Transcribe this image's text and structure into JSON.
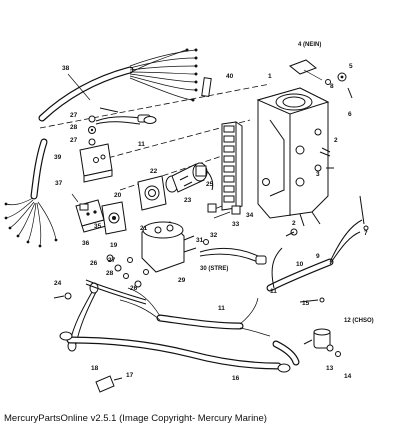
{
  "caption": "MercuryPartsOnline v2.5.1 (Image Copyright- Mercury Marine)",
  "callouts": {
    "c1": "1",
    "c2": "2",
    "c2b": "2",
    "c3": "3",
    "c4": "4 (NEIN)",
    "c5": "5",
    "c6": "6",
    "c7": "7",
    "c8": "8",
    "c9": "9",
    "c10": "10",
    "c11a": "11",
    "c11b": "11",
    "c11c": "11",
    "c12": "12 (CHSO)",
    "c13": "13",
    "c14": "14",
    "c15": "15",
    "c16": "16",
    "c17": "17",
    "c18": "18",
    "c19": "19",
    "c20": "20",
    "c21": "21",
    "c22": "22",
    "c23": "23",
    "c24": "24",
    "c25": "25",
    "c26a": "26",
    "c26b": "26",
    "c27a": "27",
    "c27b": "27",
    "c27c": "27",
    "c28a": "28",
    "c28b": "28",
    "c29": "29",
    "c30": "30 (STRE)",
    "c31": "31",
    "c32": "32",
    "c33": "33",
    "c34": "34",
    "c35": "35",
    "c36": "36",
    "c37": "37",
    "c38": "38",
    "c39": "39",
    "c40": "40"
  }
}
